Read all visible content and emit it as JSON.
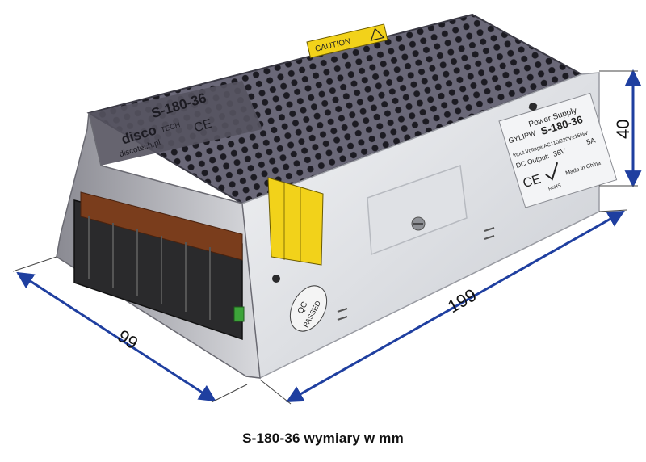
{
  "dimensions": {
    "length": "199",
    "width": "99",
    "height": "40"
  },
  "caption": "S-180-36  wymiary w mm",
  "lid": {
    "caution_label": "CAUTION",
    "model_top": "S-180-36",
    "brand": "disco",
    "brand_sub": "TECH",
    "website": "discotech.pl",
    "ce_mark": "CE"
  },
  "side_label": {
    "brand": "GYLIPW",
    "title": "Power Supply",
    "model": "S-180-36",
    "input": "Input Voltage:AC110/220V±15%V",
    "output_label": "DC Output:",
    "output_voltage": "36V",
    "output_current": "5A",
    "origin": "Made in China",
    "rohs": "RoHS",
    "ce_mark": "CE"
  },
  "qc_sticker": {
    "top": "QC",
    "bottom": "PASSED"
  },
  "colors": {
    "arrow": "#1f3fa0",
    "metal_light": "#e4e6ea",
    "metal_dark": "#4c4a58",
    "terminal": "#7a3d1c",
    "yellow_label": "#f2d21a"
  }
}
